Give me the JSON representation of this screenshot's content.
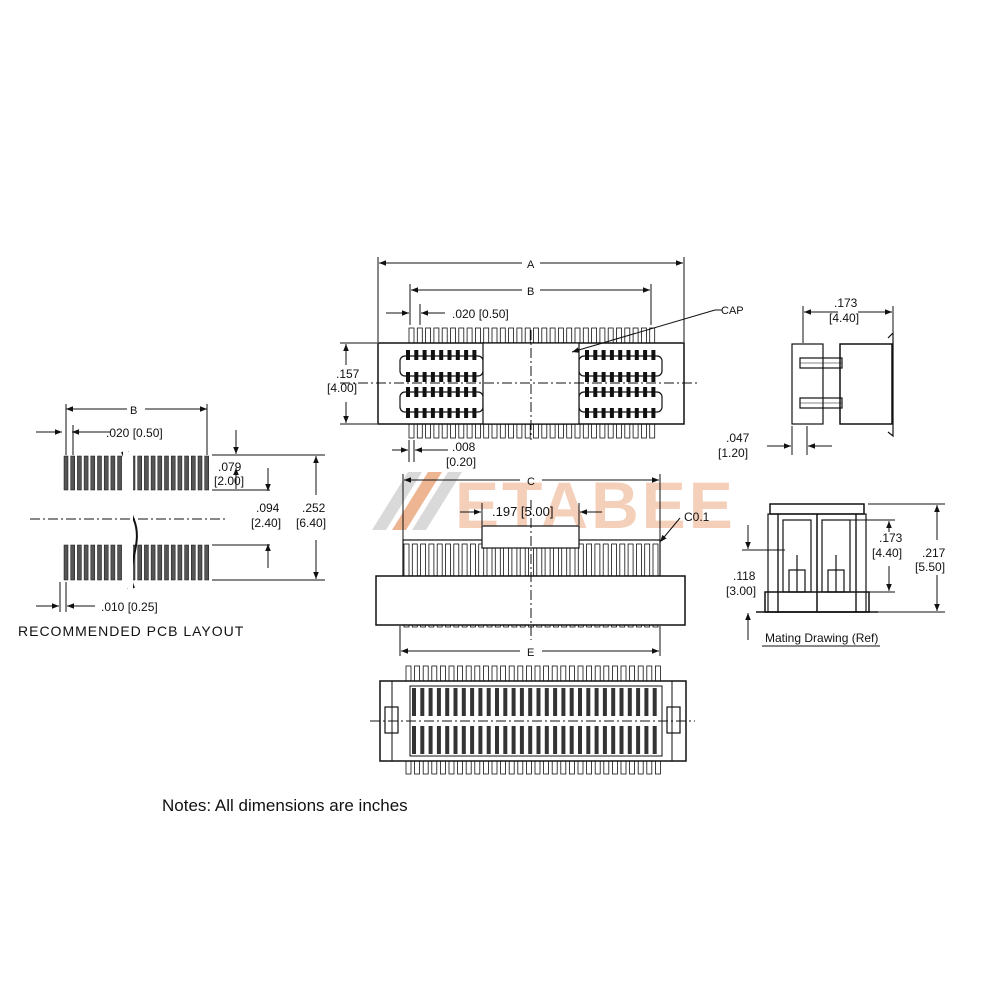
{
  "colors": {
    "ink": "#111111",
    "watermark": "#e0793a",
    "watermark_grey": "#b9b9b9"
  },
  "watermark": {
    "text": "ETABEE"
  },
  "pcb_layout": {
    "title": "RECOMMENDED PCB LAYOUT",
    "dim_b": "B",
    "pitch": ".020 [0.50]",
    "pad_w": ".010 [0.25]",
    "pad_len_in": ".079",
    "pad_len_mm": "[2.00]",
    "gap_in": ".094",
    "gap_mm": "[2.40]",
    "total_in": ".252",
    "total_mm": "[6.40]"
  },
  "top_view": {
    "dim_a": "A",
    "dim_b": "B",
    "pitch": ".020 [0.50]",
    "cap_label": "CAP",
    "height_in": ".157",
    "height_mm": "[4.00]",
    "lead_w_in": ".008",
    "lead_w_mm": "[0.20]"
  },
  "side_view": {
    "width_in": ".173",
    "width_mm": "[4.40]",
    "off_in": ".047",
    "off_mm": "[1.20]"
  },
  "front_view": {
    "dim_c": "C",
    "cap_w": ".197 [5.00]",
    "chamfer": "C0.1",
    "dim_e": "E"
  },
  "mating": {
    "caption": "Mating Drawing (Ref)",
    "h1_in": ".173",
    "h1_mm": "[4.40]",
    "h2_in": ".217",
    "h2_mm": "[5.50]",
    "h3_in": ".118",
    "h3_mm": "[3.00]"
  },
  "notes": "Notes: All dimensions are inches"
}
